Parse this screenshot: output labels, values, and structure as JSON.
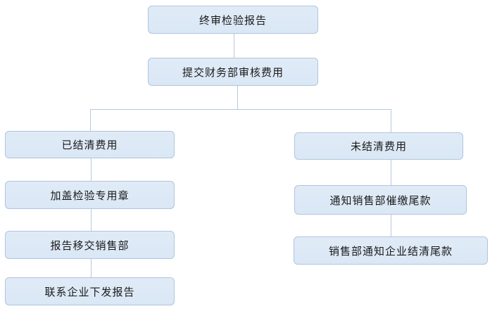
{
  "diagram": {
    "type": "flowchart",
    "nodes": {
      "final_report": {
        "label": "终审检验报告"
      },
      "submit_finance": {
        "label": "提交财务部审核费用"
      },
      "settled": {
        "label": "已结清费用"
      },
      "stamp": {
        "label": "加盖检验专用章"
      },
      "transfer_sales": {
        "label": "报告移交销售部"
      },
      "contact_issue": {
        "label": "联系企业下发报告"
      },
      "unsettled": {
        "label": "未结清费用"
      },
      "notify_sales": {
        "label": "通知销售部催缴尾款"
      },
      "sales_notify": {
        "label": "销售部通知企业结清尾款"
      }
    },
    "edges": [
      {
        "from": "final_report",
        "to": "submit_finance"
      },
      {
        "from": "submit_finance",
        "to": "settled"
      },
      {
        "from": "submit_finance",
        "to": "unsettled"
      },
      {
        "from": "settled",
        "to": "stamp"
      },
      {
        "from": "stamp",
        "to": "transfer_sales"
      },
      {
        "from": "transfer_sales",
        "to": "contact_issue"
      },
      {
        "from": "unsettled",
        "to": "notify_sales"
      },
      {
        "from": "notify_sales",
        "to": "sales_notify"
      }
    ],
    "colors": {
      "node_fill": "#dce8f6",
      "node_border": "#b0c5de",
      "connector": "#b6c9e0",
      "text": "#1a1a1a",
      "background": "#ffffff"
    }
  }
}
